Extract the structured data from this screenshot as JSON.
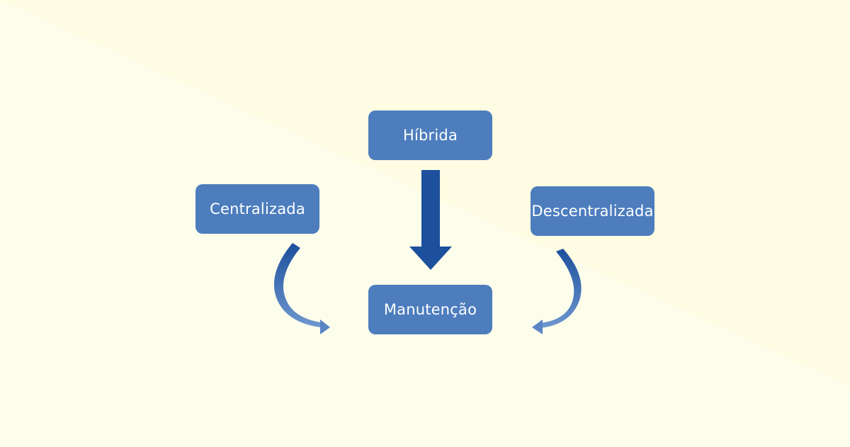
{
  "diagram": {
    "colors": {
      "background": "#fdfdec",
      "background_band": "#fefce3",
      "node_fill": "#4d7dbd",
      "node_text": "#ffffff",
      "arrow_main": "#1c4f9c",
      "arrow_light": "#5a85c4"
    },
    "nodes": {
      "hibrida": "Híbrida",
      "centralizada": "Centralizada",
      "descentralizada": "Descentralizada",
      "manutencao": "Manutenção"
    },
    "edges": [
      {
        "from": "Híbrida",
        "to": "Manutenção"
      },
      {
        "from": "Centralizada",
        "to": "Manutenção"
      },
      {
        "from": "Descentralizada",
        "to": "Manutenção"
      }
    ]
  }
}
